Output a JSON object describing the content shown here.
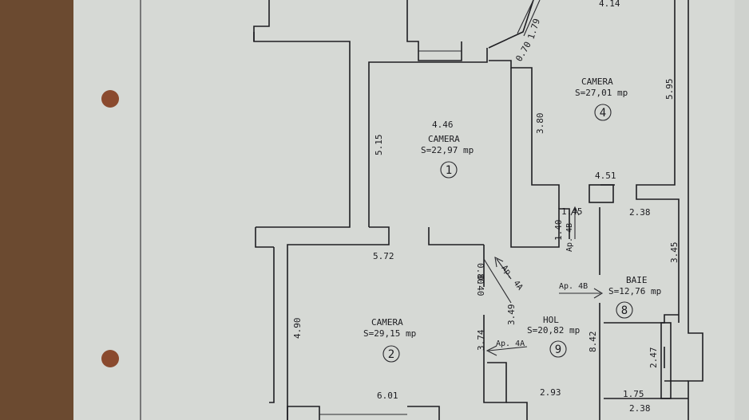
{
  "rooms": [
    {
      "id": "r1",
      "name": "CAMERA",
      "area": "S=22,97 mp",
      "number": "1"
    },
    {
      "id": "r2",
      "name": "CAMERA",
      "area": "S=29,15 mp",
      "number": "2"
    },
    {
      "id": "r4",
      "name": "CAMERA",
      "area": "S=27,01 mp",
      "number": "4"
    },
    {
      "id": "r8",
      "name": "BAIE",
      "area": "S=12,76 mp",
      "number": "8"
    },
    {
      "id": "r9",
      "name": "HOL",
      "area": "S=20,82 mp",
      "number": "9"
    }
  ],
  "dimensions": {
    "d414": "4.14",
    "d179": "1.79",
    "d070": "0.70",
    "d595": "5.95",
    "d446": "4.46",
    "d515": "5.15",
    "d380": "3.80",
    "d451": "4.51",
    "d145": "1.45",
    "d140": "1.40",
    "d238a": "2.38",
    "d345": "3.45",
    "d572": "5.72",
    "d080": "0.80",
    "d040": "0.40",
    "d349": "3.49",
    "d490": "4.90",
    "d374": "3.74",
    "d842": "8.42",
    "d247": "2.47",
    "d601": "6.01",
    "d293": "2.93",
    "d175": "1.75",
    "d238b": "2.38"
  },
  "apartment_labels": {
    "ap4b_vertical": "Ap. 4B",
    "ap4a_diag": "Ap. 4A",
    "ap4b_horizontal": "Ap. 4B",
    "ap4a_horizontal": "Ap. 4A"
  },
  "colors": {
    "paper": "#d6d9d5",
    "wood": "#6b4a30",
    "ink": "#1e1e22",
    "punch_hole": "#8a4a2e"
  }
}
